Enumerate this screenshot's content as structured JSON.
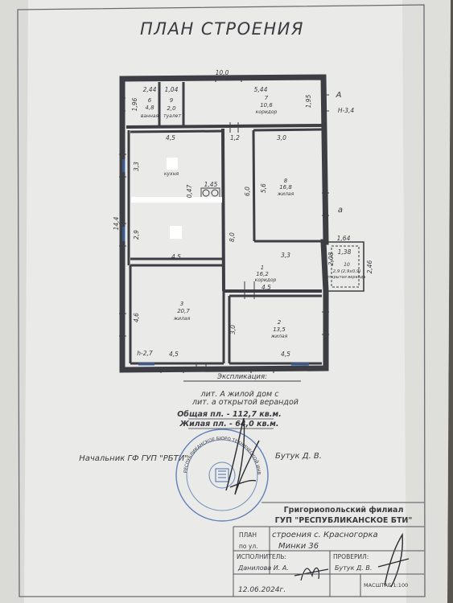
{
  "title": "ПЛАН СТРОЕНИЯ",
  "wall_labels": {
    "top_total": "10,0",
    "top_left_a": "2,44",
    "top_left_b": "1,04",
    "top_right": "5,44",
    "left_height": "14,4",
    "left_upper_room": "1,96",
    "left_kitchen": "3,3",
    "left_middle": "2,9",
    "left_lower": "4,6",
    "right_corridor": "1,95",
    "label_a_upper": "А",
    "label_h": "Н-3,4",
    "label_a_lower": "а",
    "kitchen_width": "4,5",
    "corridor_width": "1,2",
    "room8_width": "3,0",
    "room8_height": "5,6",
    "corridor_len": "6,0",
    "partition_a": "0,47",
    "partition_b": "1,45",
    "middle_len": "8,0",
    "middle_room_bottom": "4,5",
    "corridor1_width": "3,3",
    "corridor1_bottom": "4,5",
    "room3_bottom": "4,5",
    "room2_height": "3,0",
    "room2_bottom": "4,5",
    "h_mark": "h-2,7",
    "veranda_top": "1,64",
    "veranda_inner": "1,38",
    "veranda_left": "2,08",
    "veranda_right": "2,46"
  },
  "rooms": [
    {
      "num": "6",
      "area": "4,8",
      "name": "ванная"
    },
    {
      "num": "9",
      "area": "2,0",
      "name": "туалет"
    },
    {
      "num": "7",
      "area": "10,6",
      "name": "коридор"
    },
    {
      "num": "",
      "area": "",
      "name": "кухня"
    },
    {
      "num": "8",
      "area": "16,8",
      "name": "жилая"
    },
    {
      "num": "1",
      "area": "16,2",
      "name": "коридор"
    },
    {
      "num": "3",
      "area": "20,7",
      "name": "жилая"
    },
    {
      "num": "2",
      "area": "13,5",
      "name": "жилая"
    },
    {
      "num": "10",
      "area": "2,9",
      "name": "открытая веранда",
      "dims": "(2,9х0,9)"
    }
  ],
  "explication": {
    "heading": "Экспликация:",
    "line1": "лит. А жилой дом с",
    "line2": "лит. а открытой верандой",
    "total": "Общая пл. - 112,7 кв.м.",
    "living": "Жилая пл. - 64,0 кв.м."
  },
  "signature": {
    "chief": "Начальник ГФ ГУП \"РБТИ\"",
    "chief_name": "Бутук Д. В."
  },
  "stamp": {
    "header1": "Григориопольский филиал",
    "header2": "ГУП \"РЕСПУБЛИКАНСКОЕ БТИ\"",
    "plan_label": "ПЛАН",
    "plan_value": "строения с. Красногорка",
    "street_label": "по ул.",
    "street_value": "Минки 36",
    "executor_label": "ИСПОЛНИТЕЛЬ:",
    "executor_name": "Данилова И. А.",
    "checked_label": "ПРОВЕРИЛ:",
    "checked_name": "Бутук Д. В.",
    "date": "12.06.2024г.",
    "scale": "МАСШТАБ 1:100"
  },
  "seal_text": "РЕСПУБЛИКАНСКОЕ БЮРО ТЕХНИЧЕСКОЙ ИНВЕНТАРИЗАЦИИ"
}
